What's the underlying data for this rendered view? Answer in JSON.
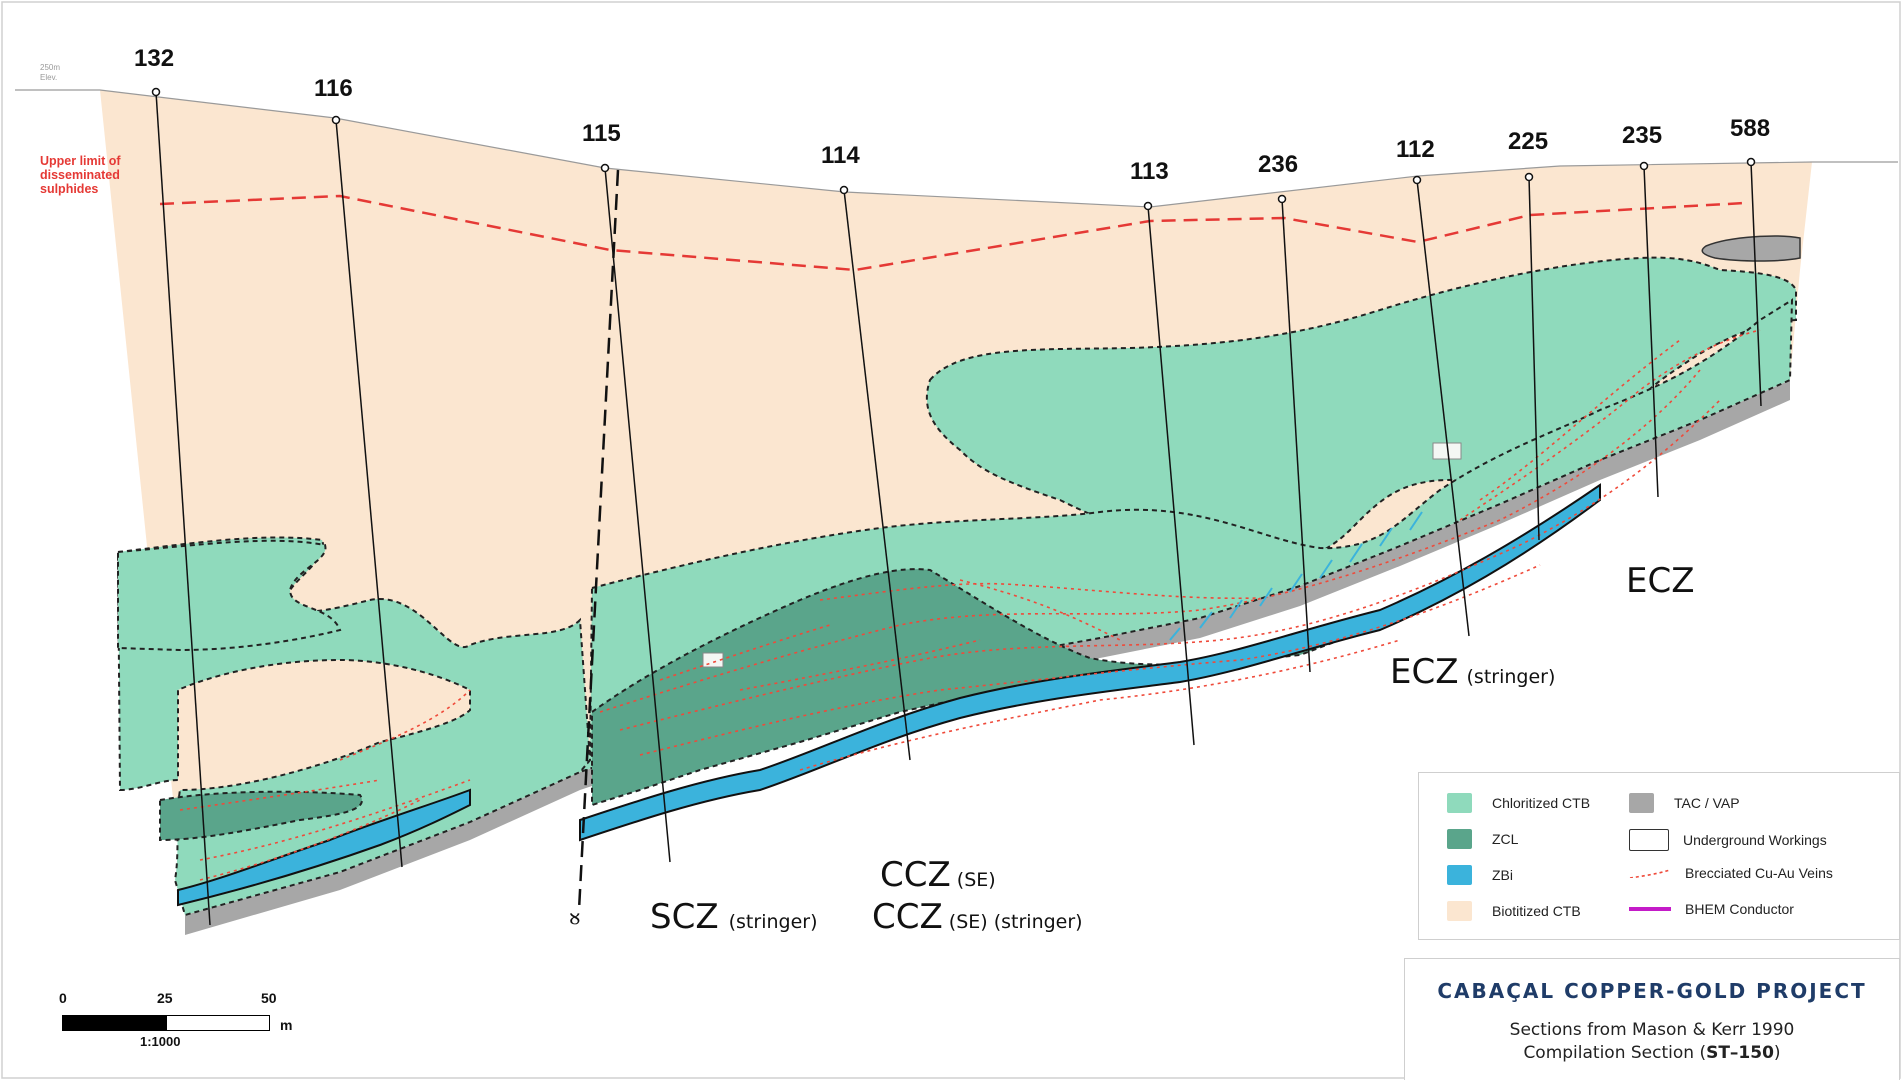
{
  "elevation_label": [
    "250m",
    "Elev."
  ],
  "upper_limit_note": [
    "Upper limit of",
    "disseminated",
    "sulphides"
  ],
  "drill_holes": [
    "132",
    "116",
    "115",
    "114",
    "113",
    "236",
    "112",
    "225",
    "235",
    "588"
  ],
  "fault_symbol": "∝",
  "zones": {
    "ecz": "ECZ",
    "ecz_stringer": "ECZ",
    "ecz_stringer_sub": "(stringer)",
    "ccz_se": "CCZ",
    "ccz_se_sub": "(SE)",
    "scz": "SCZ",
    "scz_sub": "(stringer)",
    "ccz_se_stringer": "CCZ",
    "ccz_se_stringer_sub": "(SE) (stringer)"
  },
  "legend": {
    "items": [
      {
        "label": "Chloritized CTB",
        "color": "#8fdabc",
        "kind": "box"
      },
      {
        "label": "TAC / VAP",
        "color": "#a7a7a7",
        "kind": "box"
      },
      {
        "label": "ZCL",
        "color": "#5aa58b",
        "kind": "box"
      },
      {
        "label": "Underground Workings",
        "color": "#ffffff",
        "kind": "outline"
      },
      {
        "label": "ZBi",
        "color": "#3bb3dc",
        "kind": "box"
      },
      {
        "label": "Brecciated Cu-Au Veins",
        "color": "#ef4a3a",
        "kind": "dotted"
      },
      {
        "label": "Biotitized CTB",
        "color": "#fbe6d0",
        "kind": "box"
      },
      {
        "label": "BHEM Conductor",
        "color": "#c41bc8",
        "kind": "line"
      }
    ]
  },
  "title": {
    "main": "CABAÇAL COPPER-GOLD PROJECT",
    "line1": "Sections from Mason & Kerr 1990",
    "line2_prefix": "Compilation Section (",
    "line2_bold": "ST–150",
    "line2_suffix": ")"
  },
  "scale": {
    "ticks": [
      "0",
      "25",
      "50"
    ],
    "unit": "m",
    "ratio": "1:1000"
  },
  "colors": {
    "biotitized": "#fbe6d0",
    "chloritized": "#8fdabc",
    "zcl": "#5aa58b",
    "zbi": "#3bb3dc",
    "tac": "#a7a7a7",
    "veins": "#ef4a3a",
    "sulphide_line": "#e53935"
  }
}
